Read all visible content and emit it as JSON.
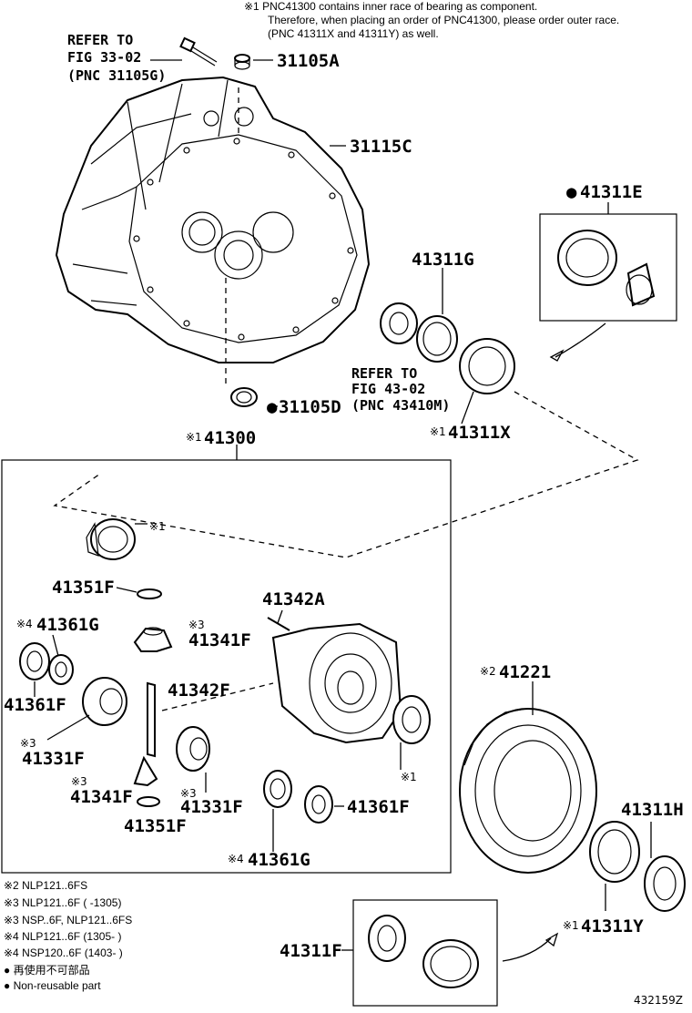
{
  "notes": {
    "line1": "※1 PNC41300 contains inner race of bearing as component.",
    "line2": "Therefore, when placing an order of PNC41300, please order outer race.",
    "line3": "(PNC 41311X and 41311Y) as well."
  },
  "refer1": {
    "line1": "REFER TO",
    "line2": "FIG 33-02",
    "line3": "(PNC 31105G)"
  },
  "refer2": {
    "line1": "REFER TO",
    "line2": "FIG 43-02",
    "line3": "(PNC 43410M)"
  },
  "labels": {
    "p31105A": "31105A",
    "p31115C": "31115C",
    "p31105D": "31105D",
    "p41311E": "41311E",
    "p41311G": "41311G",
    "p41311X": "41311X",
    "p41300": "41300",
    "p41351F_top": "41351F",
    "p41342A": "41342A",
    "p41361G_top": "41361G",
    "p41341F_top": "41341F",
    "p41361F_left": "41361F",
    "p41342F": "41342F",
    "p41331F_left": "41331F",
    "p41341F_bot": "41341F",
    "p41331F_bot": "41331F",
    "p41351F_bot": "41351F",
    "p41361F_right": "41361F",
    "p41361G_bot": "41361G",
    "p41221": "41221",
    "p41311H": "41311H",
    "p41311Y": "41311Y",
    "p41311F": "41311F"
  },
  "marks": {
    "x1": "※1",
    "x2": "※2",
    "x3": "※3",
    "x4": "※4",
    "dot": "●"
  },
  "legend": [
    "※2 NLP121..6FS",
    "※3 NLP121..6F (       -1305)",
    "※3 NSP..6F, NLP121..6FS",
    "※4 NLP121..6F (1305-       )",
    "※4 NSP120..6F (1403-       )",
    "● 再使用不可部品",
    "● Non-reusable part"
  ],
  "diagram_id": "432159Z"
}
